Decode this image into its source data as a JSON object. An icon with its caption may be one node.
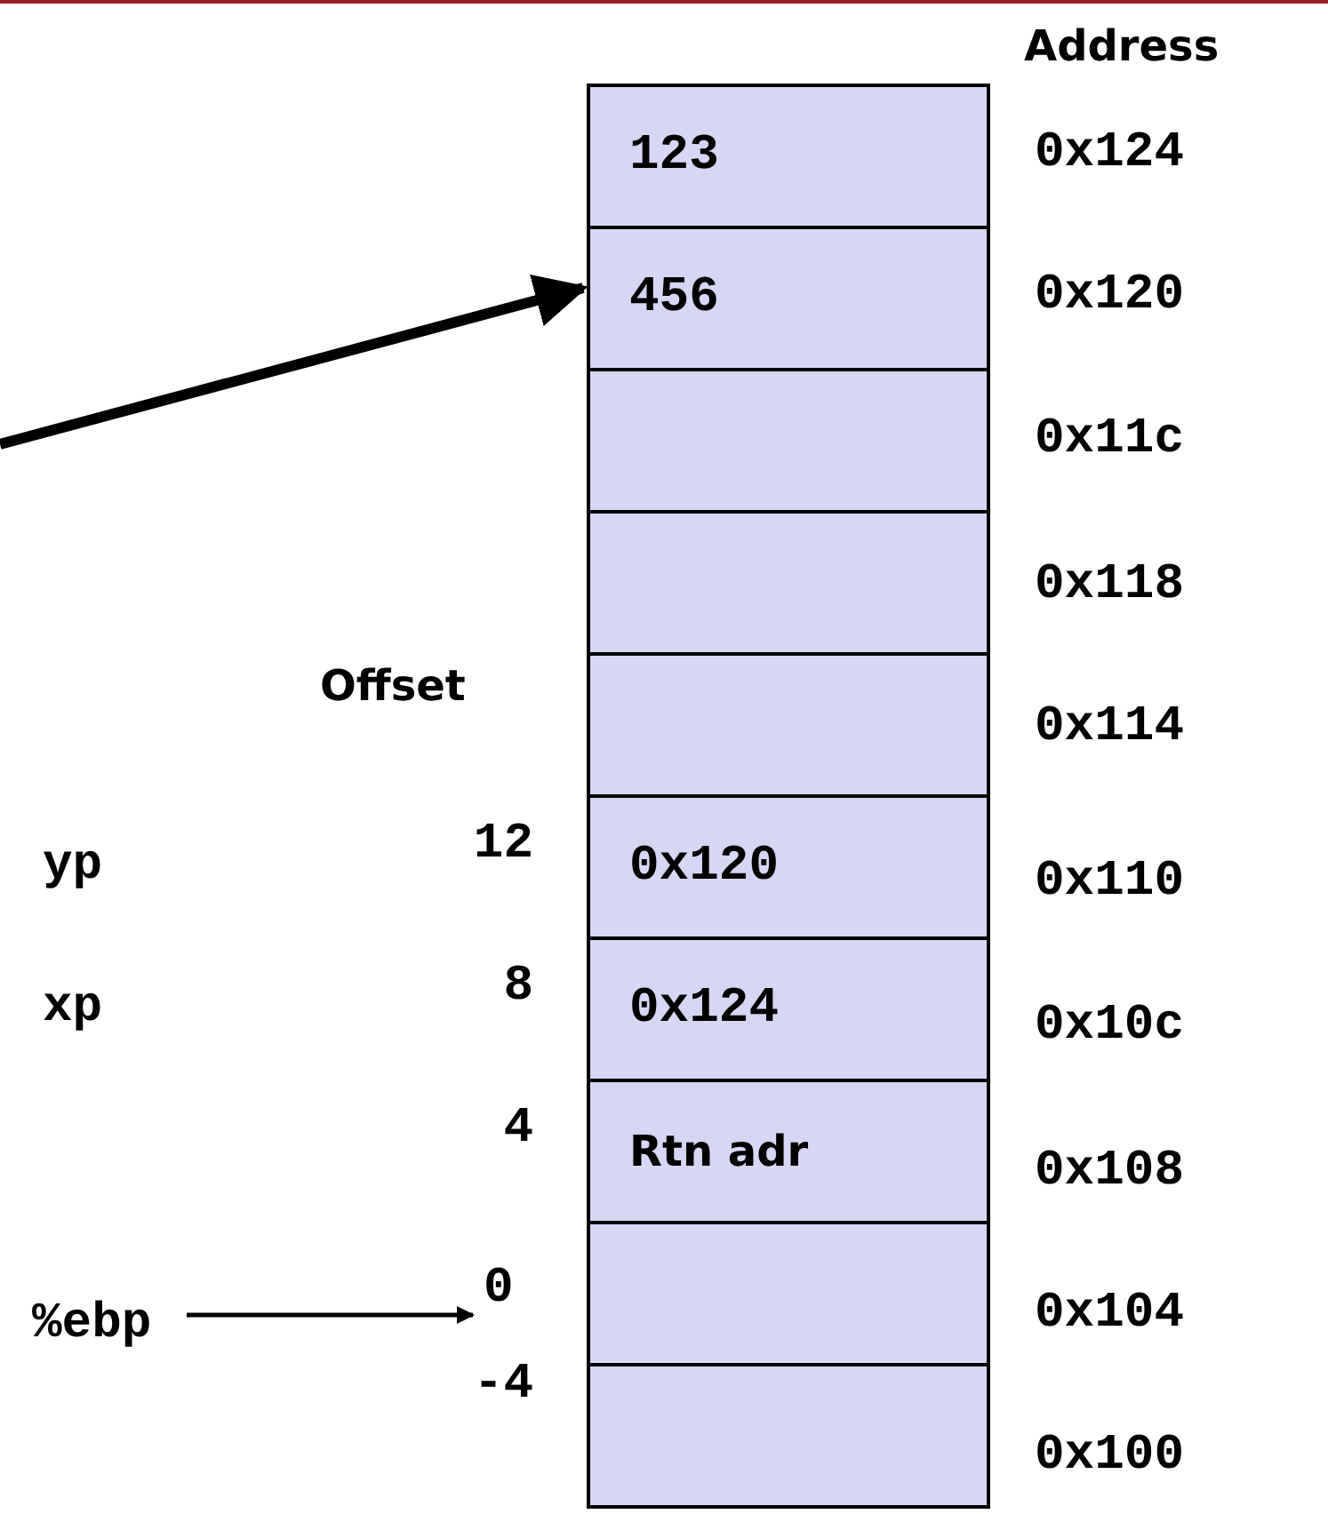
{
  "diagram": {
    "nodes": [
      {
        "text": [
          "123"
        ]
      },
      {
        "text": [
          "456"
        ]
      },
      {
        "text": [],
        "shape": "box"
      },
      {
        "text": [],
        "shape": "box"
      },
      {
        "text": [],
        "shape": "box"
      },
      {
        "text": [
          "0x120"
        ]
      },
      {
        "text": [
          "0x124"
        ]
      },
      {
        "text": [
          "Rtn adr"
        ]
      },
      {
        "text": [],
        "shape": "box"
      },
      {
        "text": [],
        "shape": "box"
      },
      {
        "text": [
          "%ebp"
        ]
      },
      {
        "text": [
          "0"
        ]
      }
    ],
    "edges": [
      {
        "from": null,
        "to": 1,
        "arrow": "to",
        "style": "thick"
      },
      {
        "from": 10,
        "to": 11,
        "arrow": "to"
      }
    ],
    "labels": [
      "Address",
      "0x124",
      "0x120",
      "0x11c",
      "0x118",
      "Offset",
      "0x114",
      "yp",
      "12",
      "0x110",
      "xp",
      "8",
      "0x10c",
      "4",
      "0x108",
      "0x104",
      "-4",
      "0x100"
    ]
  }
}
